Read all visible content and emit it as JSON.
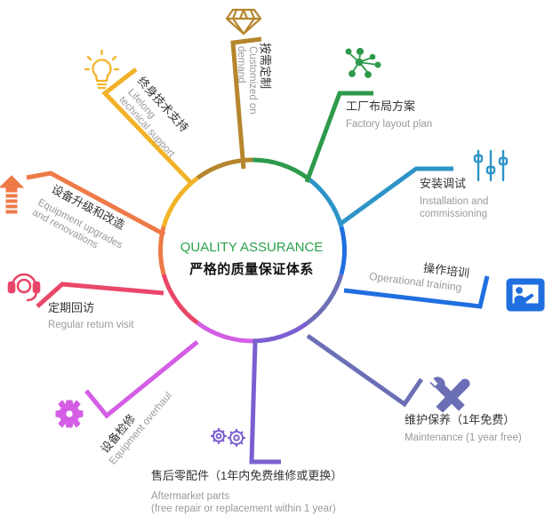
{
  "center": {
    "title_en": "QUALITY ASSURANCE",
    "title_zh": "严格的质量保证体系"
  },
  "colors": {
    "custom": "#b5862d",
    "factory": "#2e9a4b",
    "install": "#2e94c8",
    "training": "#1f6fe0",
    "maintenance": "#6b6fb6",
    "aftermarket": "#7b5fd1",
    "overhaul": "#d35ee4",
    "return": "#e9476a",
    "upgrade": "#ee7a48",
    "lifelong": "#f2b329",
    "center_text": "#2aa24a"
  },
  "items": [
    {
      "key": "custom",
      "zh": "按需定制",
      "en": [
        "Customized on",
        "demand"
      ],
      "icon": "diamond-icon"
    },
    {
      "key": "factory",
      "zh": "工厂布局方案",
      "en": [
        "Factory  layout plan"
      ],
      "icon": "network-nodes-icon"
    },
    {
      "key": "install",
      "zh": "安装调试",
      "en": [
        "Installation and",
        "commissioning"
      ],
      "icon": "sliders-icon"
    },
    {
      "key": "training",
      "zh": "操作培训",
      "en": [
        "Operational training"
      ],
      "icon": "presentation-board-icon"
    },
    {
      "key": "maintenance",
      "zh": "维护保养（1年免费）",
      "en": [
        "Maintenance (1 year free)"
      ],
      "icon": "tools-icon"
    },
    {
      "key": "aftermarket",
      "zh": "售后零配件（1年内免费维修或更换）",
      "en": [
        "Aftermarket parts",
        "(free repair or replacement within 1 year)"
      ],
      "icon": "gears-icon"
    },
    {
      "key": "overhaul",
      "zh": "设备检修",
      "en": [
        "Equipment overhaul"
      ],
      "icon": "gear-icon"
    },
    {
      "key": "return",
      "zh": "定期回访",
      "en": [
        "Regular return visit"
      ],
      "icon": "headset-icon"
    },
    {
      "key": "upgrade",
      "zh": "设备升级和改造",
      "en": [
        "Equipment upgrades",
        "and renovations"
      ],
      "icon": "upgrade-arrow-icon"
    },
    {
      "key": "lifelong",
      "zh": "终身技术支持",
      "en": [
        "Lifelong",
        "technical support"
      ],
      "icon": "lightbulb-icon"
    }
  ]
}
